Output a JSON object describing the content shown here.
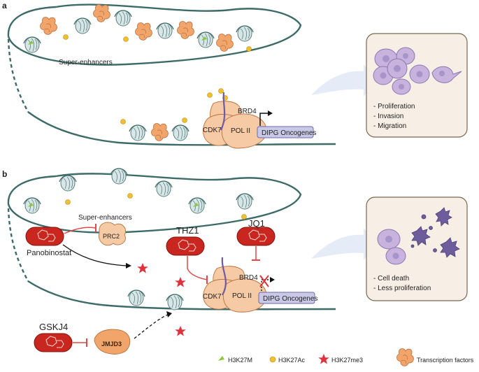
{
  "panel_a": {
    "label": "a",
    "super_enhancers": "Super-enhancers",
    "brd4": "BRD4",
    "cdk7": "CDK7",
    "pol2": "POL II",
    "oncogenes": "DIPG Oncogenes",
    "outcomes": [
      "- Proliferation",
      "- Invasion",
      "- Migration"
    ]
  },
  "panel_b": {
    "label": "b",
    "super_enhancers": "Super-enhancers",
    "prc2": "PRC2",
    "panobinostat": "Panobinostat",
    "thz1": "THZ1",
    "jq1": "JQ1",
    "brd4": "BRD4",
    "cdk7": "CDK7",
    "pol2": "POL II",
    "oncogenes": "DIPG Oncogenes",
    "gskj4": "GSKJ4",
    "jmjd3": "JMJD3",
    "outcomes": [
      "- Cell death",
      "- Less proliferation"
    ]
  },
  "legend": {
    "h3k27m": "H3K27M",
    "h3k27ac": "H3K27Ac",
    "h3k27me3": "H3K27me3",
    "tf": "Transcription factors"
  },
  "colors": {
    "dna": "#3d6b68",
    "nucleosome": "#d7e6e6",
    "acetyl": "#f0c030",
    "tf": "#f2a56a",
    "pol": "#f6caa4",
    "drug_pill": "#c8261e",
    "inhibit": "#e0494a",
    "star": "#e0323c",
    "mutation": "#8cc63f",
    "cells": "#c7b3de",
    "dead_cells": "#6e5d9c",
    "oncogene_box": "#c9c8e6",
    "arrow": "#e5ecf7"
  }
}
